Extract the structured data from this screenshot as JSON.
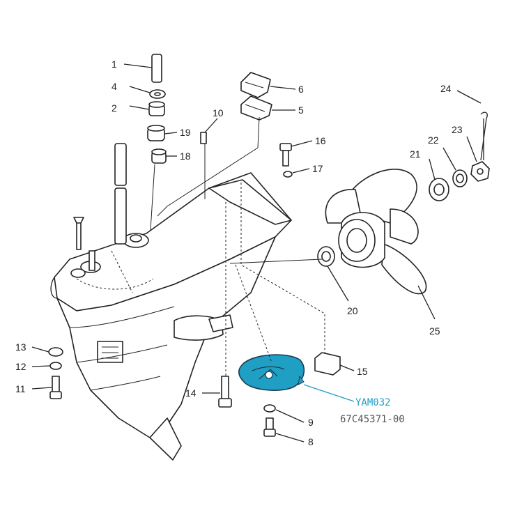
{
  "callouts": [
    {
      "id": "c1",
      "text": "1"
    },
    {
      "id": "c2",
      "text": "2"
    },
    {
      "id": "c4",
      "text": "4"
    },
    {
      "id": "c5",
      "text": "5"
    },
    {
      "id": "c6",
      "text": "6"
    },
    {
      "id": "c8",
      "text": "8"
    },
    {
      "id": "c9",
      "text": "9"
    },
    {
      "id": "c10",
      "text": "10"
    },
    {
      "id": "c11",
      "text": "11"
    },
    {
      "id": "c12",
      "text": "12"
    },
    {
      "id": "c13",
      "text": "13"
    },
    {
      "id": "c14",
      "text": "14"
    },
    {
      "id": "c15",
      "text": "15"
    },
    {
      "id": "c16",
      "text": "16"
    },
    {
      "id": "c17",
      "text": "17"
    },
    {
      "id": "c18",
      "text": "18"
    },
    {
      "id": "c19",
      "text": "19"
    },
    {
      "id": "c20",
      "text": "20"
    },
    {
      "id": "c21",
      "text": "21"
    },
    {
      "id": "c22",
      "text": "22"
    },
    {
      "id": "c23",
      "text": "23"
    },
    {
      "id": "c24",
      "text": "24"
    },
    {
      "id": "c25",
      "text": "25"
    }
  ],
  "highlight": {
    "code": "YAM032",
    "part_number": "67C45371-00",
    "color": "#1f9fc4"
  }
}
